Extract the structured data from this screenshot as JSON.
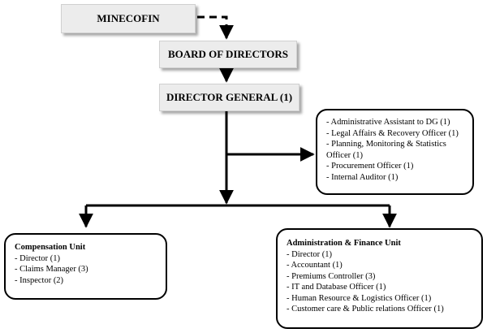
{
  "org": {
    "top": "MINECOFIN",
    "board": "BOARD OF DIRECTORS",
    "dg": "DIRECTOR GENERAL (1)",
    "dg_office": {
      "lines": [
        "- Administrative Assistant to DG (1)",
        "- Legal Affairs & Recovery Officer (1)",
        "- Planning, Monitoring & Statistics",
        "Officer (1)",
        "- Procurement Officer (1)",
        "- Internal Auditor (1)"
      ]
    },
    "compensation": {
      "title": "Compensation Unit",
      "lines": [
        "- Director (1)",
        "- Claims Manager (3)",
        "- Inspector (2)"
      ]
    },
    "admin_finance": {
      "title": "Administration & Finance Unit",
      "lines": [
        "- Director (1)",
        "- Accountant (1)",
        "- Premiums Controller (3)",
        "- IT and Database Officer (1)",
        "- Human Resource & Logistics Officer (1)",
        "- Customer care & Public relations Officer (1)"
      ]
    }
  }
}
